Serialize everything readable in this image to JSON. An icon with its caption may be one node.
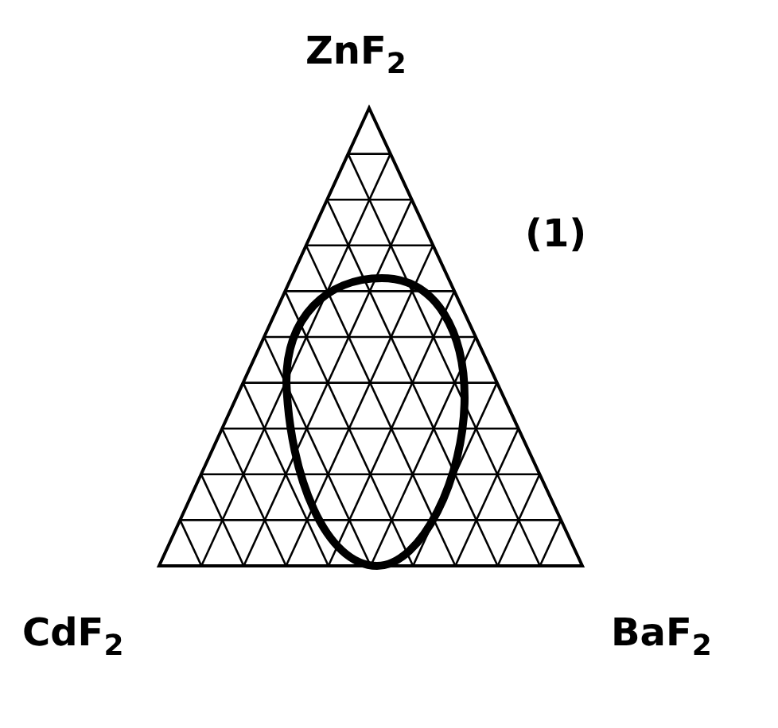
{
  "diagram": {
    "labels": [
      "ZnF$_{2}$",
      "(1)",
      "CdF$_{2}$",
      "BaF$_{2}$"
    ]
  }
}
